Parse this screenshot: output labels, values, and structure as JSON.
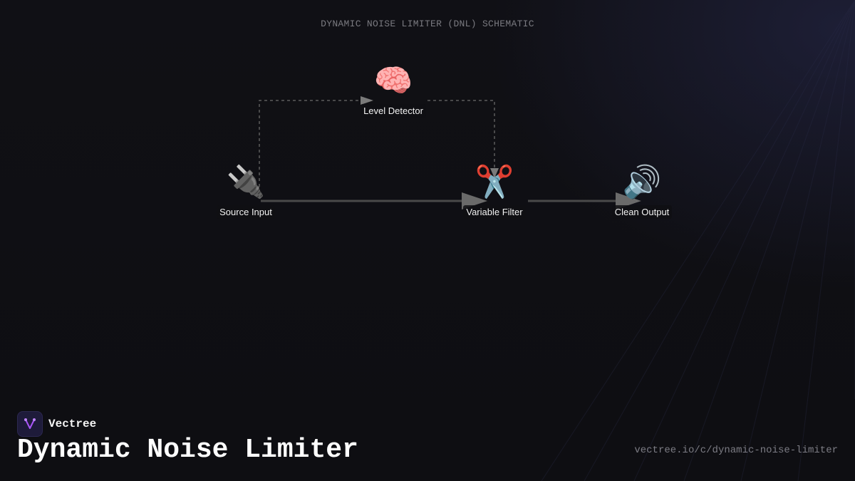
{
  "diagram": {
    "title": "DYNAMIC NOISE LIMITER (DNL) SCHEMATIC",
    "nodes": {
      "detector": {
        "label": "Level Detector",
        "icon": "brain-icon",
        "glyph": "🧠"
      },
      "source": {
        "label": "Source Input",
        "icon": "plug-icon",
        "glyph": "🔌"
      },
      "filter": {
        "label": "Variable Filter",
        "icon": "scissors-icon",
        "glyph": "✂️"
      },
      "output": {
        "label": "Clean Output",
        "icon": "speaker-icon",
        "glyph": "🔊"
      }
    },
    "edges": [
      {
        "from": "source",
        "to": "filter",
        "style": "solid"
      },
      {
        "from": "filter",
        "to": "output",
        "style": "solid"
      },
      {
        "from": "source",
        "to": "detector",
        "style": "dashed"
      },
      {
        "from": "detector",
        "to": "filter",
        "style": "dashed"
      }
    ],
    "colors": {
      "background": "#0f0f13",
      "edge_solid": "#4a4a4a",
      "edge_dashed": "#5a5a5a",
      "accent": "#8b5cf6"
    }
  },
  "footer": {
    "brand_name": "Vectree",
    "page_title": "Dynamic Noise Limiter",
    "url": "vectree.io/c/dynamic-noise-limiter"
  }
}
